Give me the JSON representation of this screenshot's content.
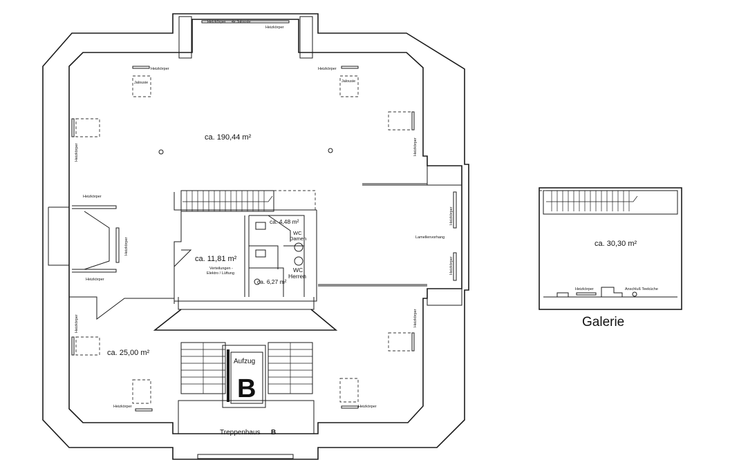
{
  "areas": {
    "main_hall": "ca. 190,44 m²",
    "room_middle": "ca. 11,81 m²",
    "wc_vestibule": "ca. 4,48 m²",
    "utility": "ca. 6,27 m²",
    "room_southwest": "ca. 25,00 m²",
    "gallery": "ca. 30,30 m²"
  },
  "labels": {
    "heater": "Heizkörper",
    "blind": "Jalousie",
    "blind_top": "4x Jalousie",
    "wc_women_1": "WC",
    "wc_women_2": "Damen",
    "wc_men_1": "WC",
    "wc_men_2": "Herren",
    "distribution_1": "Verteilungen -",
    "distribution_2": "Elektro / Lüftung",
    "louvre_curtain": "Lamellenvorhang",
    "elevator": "Aufzug",
    "elevator_letter": "B",
    "stairwell": "Treppenhaus",
    "stairwell_letter": "B",
    "kitchenette": "Anschluß Teeküche",
    "gallery_title": "Galerie"
  }
}
